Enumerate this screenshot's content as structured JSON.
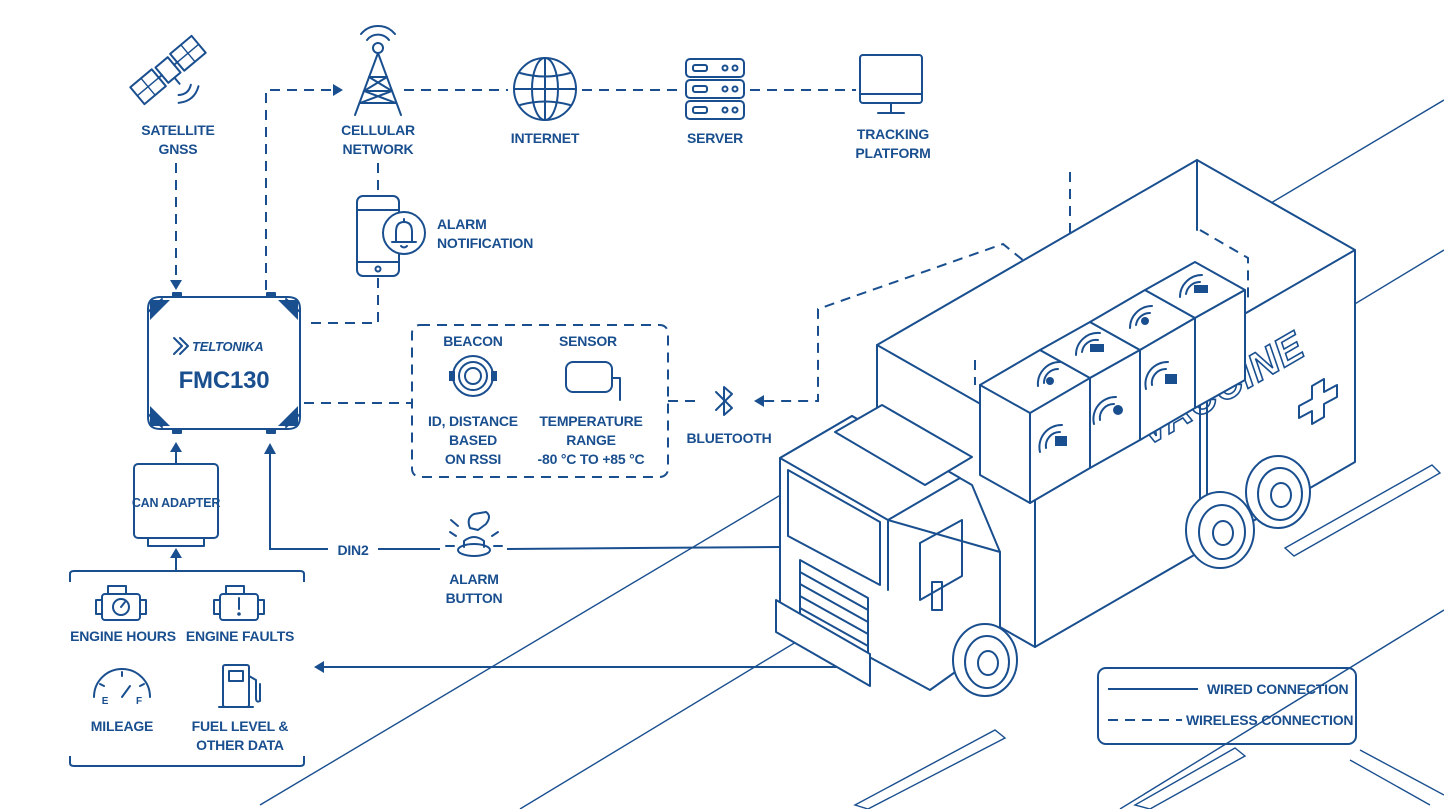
{
  "labels": {
    "satellite": [
      "SATELLITE",
      "GNSS"
    ],
    "cellular": [
      "CELLULAR",
      "NETWORK"
    ],
    "internet": "INTERNET",
    "server": "SERVER",
    "tracking": [
      "TRACKING",
      "PLATFORM"
    ],
    "alarm_notification": [
      "ALARM",
      "NOTIFICATION"
    ],
    "device_brand": "TELTONIKA",
    "device_model": "FMC130",
    "beacon_title": "BEACON",
    "beacon_desc": [
      "ID, DISTANCE",
      "BASED",
      "ON RSSI"
    ],
    "sensor_title": "SENSOR",
    "sensor_desc": [
      "TEMPERATURE",
      "RANGE",
      "-80 °C TO +85 °C"
    ],
    "bluetooth": "BLUETOOTH",
    "can_adapter": "CAN ADAPTER",
    "din2": "DIN2",
    "alarm_button": [
      "ALARM",
      "BUTTON"
    ],
    "engine_hours": "ENGINE HOURS",
    "engine_faults": "ENGINE FAULTS",
    "mileage": "MILEAGE",
    "fuel": [
      "FUEL LEVEL &",
      "OTHER DATA"
    ],
    "gauge_e": "E",
    "gauge_f": "F",
    "truck_text": "VACCINE"
  },
  "legend": {
    "wired": "WIRED CONNECTION",
    "wireless": "WIRELESS CONNECTION"
  },
  "colors": {
    "line": "#1a4f8f",
    "background": "#ffffff"
  },
  "icons": [
    "satellite-icon",
    "cell-tower-icon",
    "globe-icon",
    "server-icon",
    "monitor-icon",
    "phone-bell-icon",
    "beacon-icon",
    "sensor-icon",
    "bluetooth-icon",
    "alarm-button-icon",
    "engine-icon",
    "engine-fault-icon",
    "gauge-icon",
    "fuel-pump-icon",
    "truck-illustration"
  ]
}
